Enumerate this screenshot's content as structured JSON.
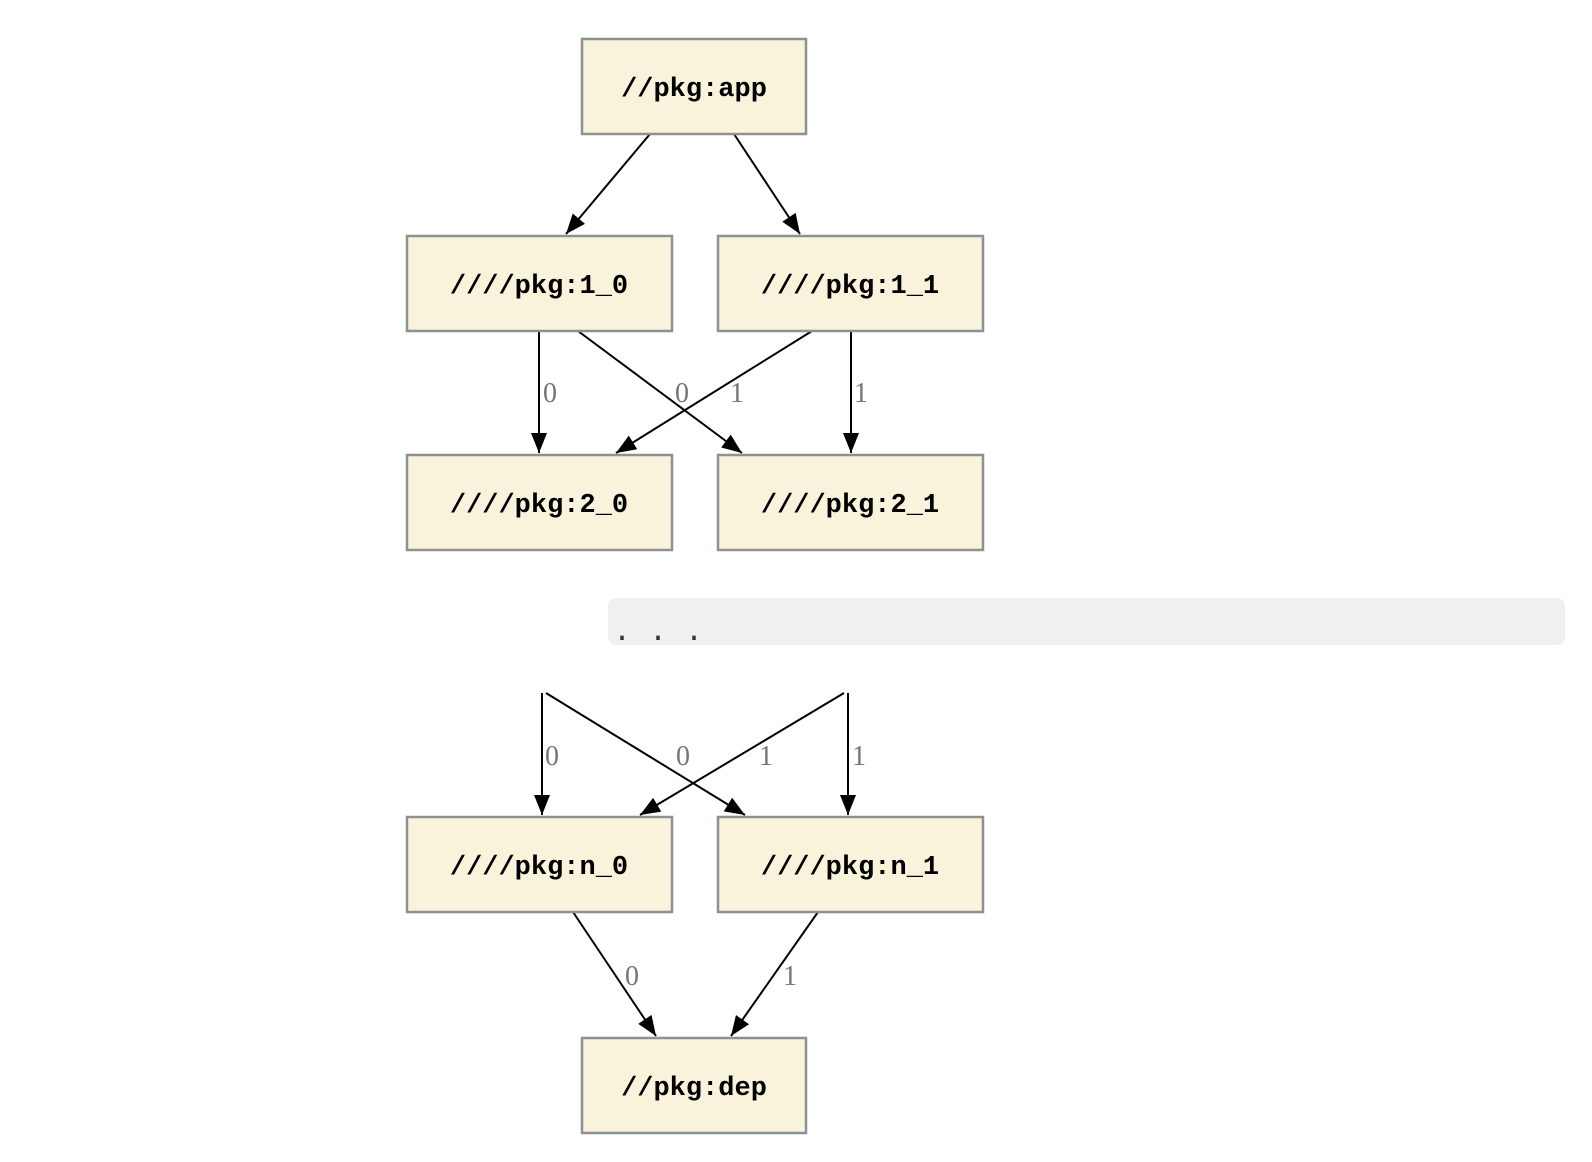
{
  "diagram_type": "package-dependency-graph",
  "nodes": {
    "app": {
      "label": "//pkg:app"
    },
    "l1_0": {
      "label": "////pkg:1_0"
    },
    "l1_1": {
      "label": "////pkg:1_1"
    },
    "l2_0": {
      "label": "////pkg:2_0"
    },
    "l2_1": {
      "label": "////pkg:2_1"
    },
    "ln_0": {
      "label": "////pkg:n_0"
    },
    "ln_1": {
      "label": "////pkg:n_1"
    },
    "dep": {
      "label": "//pkg:dep"
    }
  },
  "ellipsis": ". . .",
  "edge_labels": {
    "upper": [
      "0",
      "0",
      "1",
      "1"
    ],
    "middle": [
      "0",
      "0",
      "1",
      "1"
    ],
    "lower": [
      "0",
      "1"
    ]
  },
  "colors": {
    "node_fill": "#FAF3DC",
    "node_border": "#8C9191",
    "edge": "#000000",
    "edge_label_text": "#757575",
    "ellipsis_band": "#F0F0F0",
    "ellipsis_dots": "#333333",
    "background": "#FFFFFF"
  }
}
